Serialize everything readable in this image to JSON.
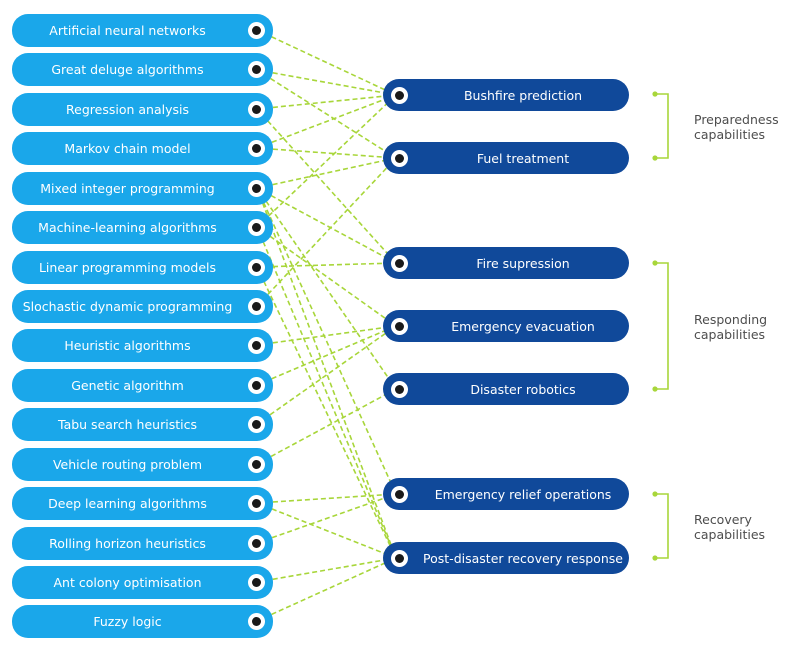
{
  "methods": [
    "Artificial neural networks",
    "Great deluge algorithms",
    "Regression analysis",
    "Markov chain model",
    "Mixed integer programming",
    "Machine-learning algorithms",
    "Linear programming models",
    "Slochastic dynamic programming",
    "Heuristic algorithms",
    "Genetic algorithm",
    "Tabu search heuristics",
    "Vehicle routing problem",
    "Deep learning algorithms",
    "Rolling horizon heuristics",
    "Ant colony optimisation",
    "Fuzzy logic"
  ],
  "capabilities": [
    "Bushfire prediction",
    "Fuel treatment",
    "Fire supression",
    "Emergency evacuation",
    "Disaster robotics",
    "Emergency relief operations",
    "Post-disaster recovery response"
  ],
  "groups": [
    {
      "line1": "Preparedness",
      "line2": "capabilities"
    },
    {
      "line1": "Responding",
      "line2": "capabilities"
    },
    {
      "line1": "Recovery",
      "line2": "capabilities"
    }
  ],
  "colors": {
    "method_fill": "#1aa7ea",
    "capability_fill": "#10499a",
    "connector": "#a8d63a",
    "group_text": "#4d4d4d"
  },
  "links": [
    [
      0,
      0
    ],
    [
      1,
      0
    ],
    [
      1,
      1
    ],
    [
      2,
      0
    ],
    [
      2,
      2
    ],
    [
      3,
      0
    ],
    [
      3,
      1
    ],
    [
      4,
      1
    ],
    [
      4,
      2
    ],
    [
      4,
      4
    ],
    [
      4,
      5
    ],
    [
      4,
      6
    ],
    [
      5,
      0
    ],
    [
      5,
      3
    ],
    [
      5,
      6
    ],
    [
      6,
      2
    ],
    [
      6,
      6
    ],
    [
      7,
      1
    ],
    [
      8,
      3
    ],
    [
      9,
      3
    ],
    [
      10,
      3
    ],
    [
      11,
      4
    ],
    [
      12,
      5
    ],
    [
      12,
      6
    ],
    [
      13,
      5
    ],
    [
      14,
      6
    ],
    [
      15,
      6
    ]
  ]
}
